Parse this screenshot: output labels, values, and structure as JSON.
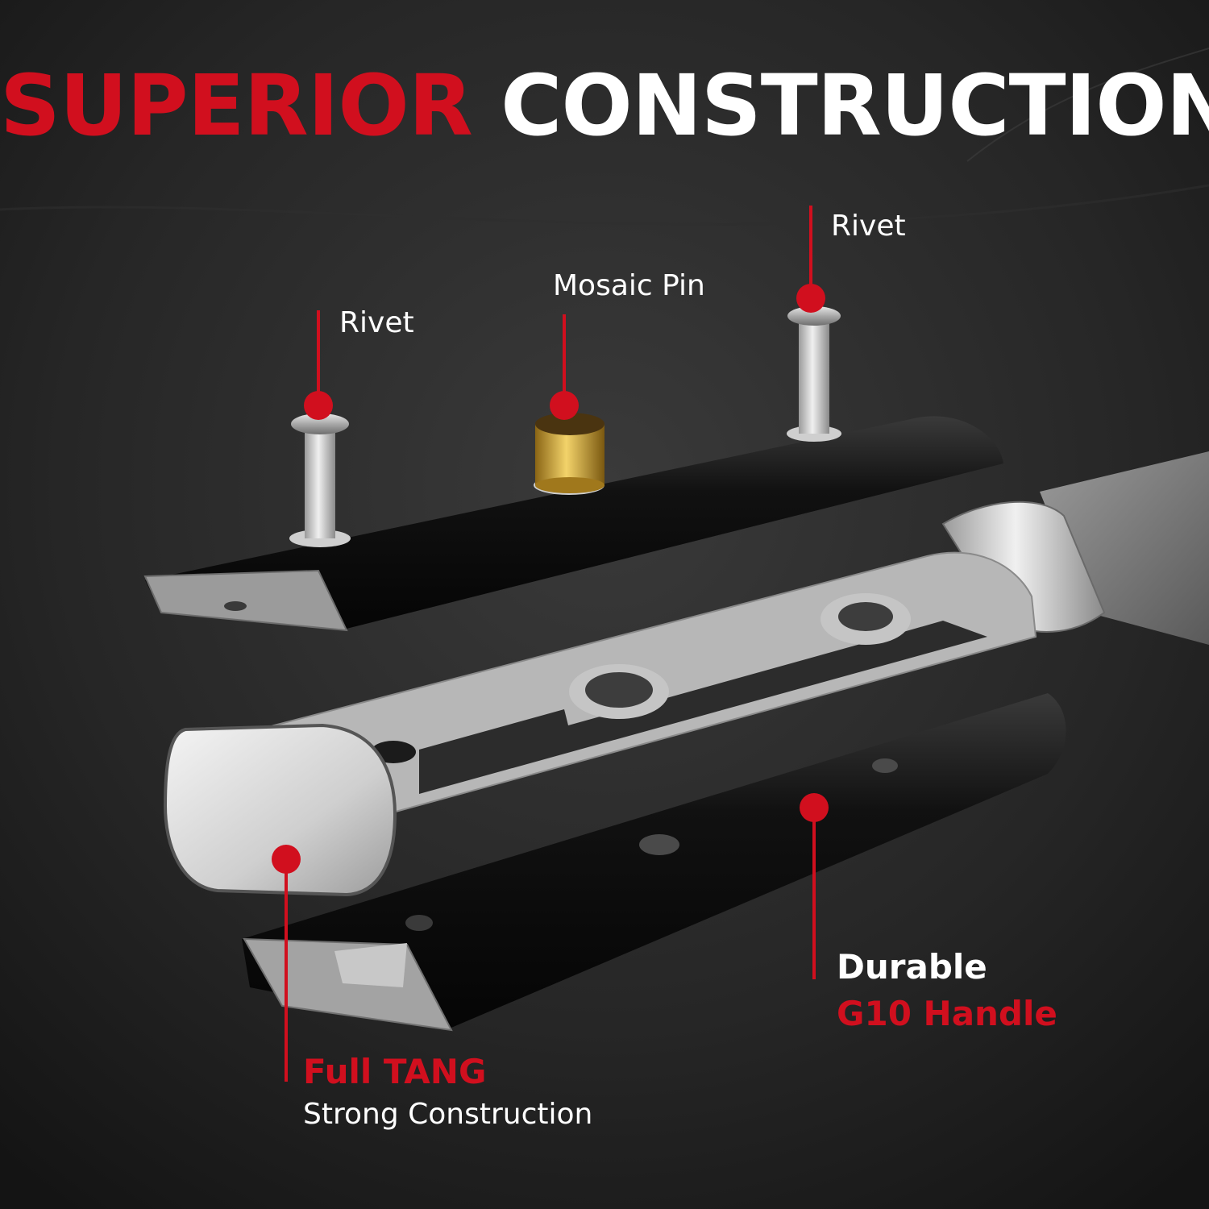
{
  "headline": {
    "word1": "SUPERIOR",
    "word2": "CONSTRUCTION"
  },
  "callouts": {
    "rivet_left": "Rivet",
    "mosaic_pin": "Mosaic Pin",
    "rivet_right": "Rivet",
    "full_tang": {
      "title": "Full TANG",
      "subtitle": "Strong Construction"
    },
    "handle": {
      "title": "Durable",
      "subtitle": "G10 Handle"
    }
  },
  "colors": {
    "accent_red": "#d10f1e",
    "text_white": "#ffffff",
    "background": "#1f1f1f",
    "brass": "#c9a233",
    "steel": "#c4c4c4",
    "handle_black": "#141414"
  }
}
